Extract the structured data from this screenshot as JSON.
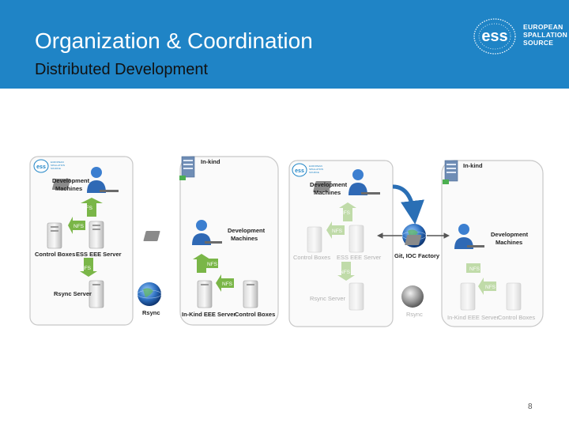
{
  "slide": {
    "title": "Organization & Coordination",
    "subtitle": "Distributed Development",
    "page_number": "8"
  },
  "logo": {
    "mark": "ess",
    "line1": "EUROPEAN",
    "line2": "SPALLATION",
    "line3": "SOURCE",
    "small_line1": "EUROPEAN",
    "small_line2": "SPALLATION",
    "small_line3": "SOURCE"
  },
  "left": {
    "dev_machines": "Development Machines",
    "dev_machines_l1": "Development",
    "dev_machines_l2": "Machines",
    "control_boxes": "Control Boxes",
    "eee_server": "ESS EEE Server",
    "rsync_server": "Rsync Server",
    "rsync": "Rsync",
    "inkind": "In-kind",
    "inkind_dev_l1": "Development",
    "inkind_dev_l2": "Machines",
    "inkind_eee_server": "In-Kind EEE Server",
    "inkind_control_boxes": "Control Boxes",
    "nfs": "NFS"
  },
  "right": {
    "dev_machines_l1": "Development",
    "dev_machines_l2": "Machines",
    "control_boxes": "Control Boxes",
    "eee_server": "ESS EEE Server",
    "rsync_server": "Rsync Server",
    "rsync": "Rsync",
    "git_ioc": "Git, IOC Factory",
    "inkind": "In-kind",
    "inkind_dev_l1": "Development",
    "inkind_dev_l2": "Machines",
    "inkind_eee_server": "In-Kind EEE Server",
    "inkind_control_boxes": "Control Boxes",
    "nfs": "NFS"
  },
  "colors": {
    "header": "#1f84c6",
    "nfs_green": "#7ab648",
    "arrow_blue": "#2a6fb5"
  }
}
